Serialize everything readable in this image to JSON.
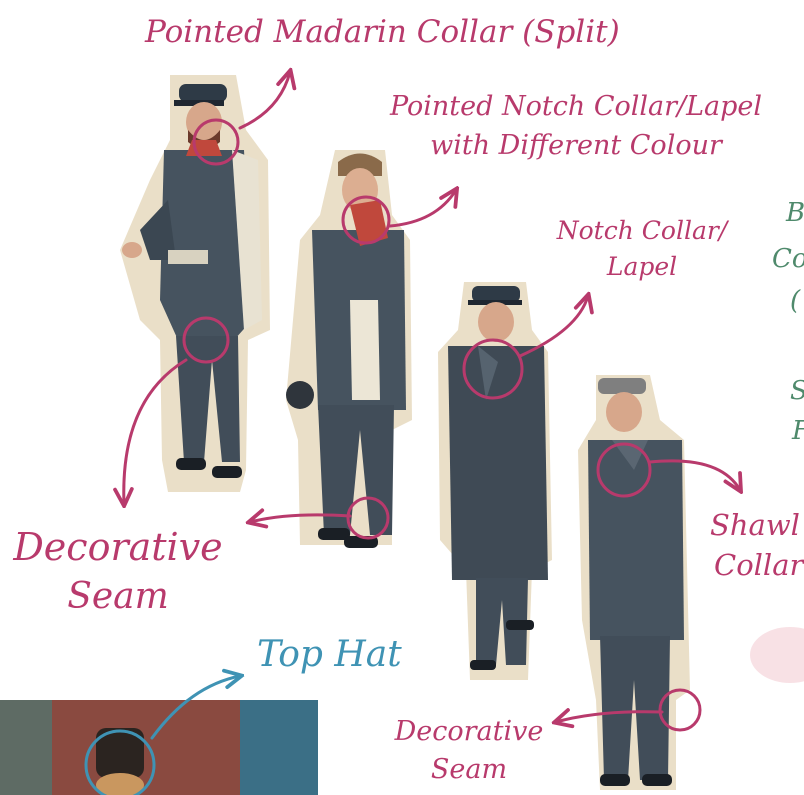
{
  "palette": {
    "annotation": "#b83a6c",
    "top_hat_annotation": "#3f93b4",
    "partial_text": "#4f8a6c",
    "cutout_border": "#eadfc8",
    "uniform_blue_grey": "#46535f",
    "collar_red": "#c0483c",
    "photo_brick": "#8a4a40",
    "photo_teal": "#3b6f86"
  },
  "labels": {
    "mandarin": "Pointed Madarin Collar (Split)",
    "notch_diff_l1": "Pointed Notch Collar/Lapel",
    "notch_diff_l2": "with Different Colour",
    "notch_l1": "Notch Collar/",
    "notch_l2": "Lapel",
    "shawl_l1": "Shawl",
    "shawl_l2": "Collar",
    "deco_left_l1": "Decorative",
    "deco_left_l2": "Seam",
    "deco_bottom_l1": "Decorative",
    "deco_bottom_l2": "Seam",
    "top_hat": "Top Hat"
  },
  "partial_edge_text": [
    "B",
    "Co",
    "(",
    "S",
    "F"
  ],
  "icons": {
    "figures": "uniformed-man-figure",
    "callouts": "callout-circle",
    "arrows": "arrow"
  }
}
